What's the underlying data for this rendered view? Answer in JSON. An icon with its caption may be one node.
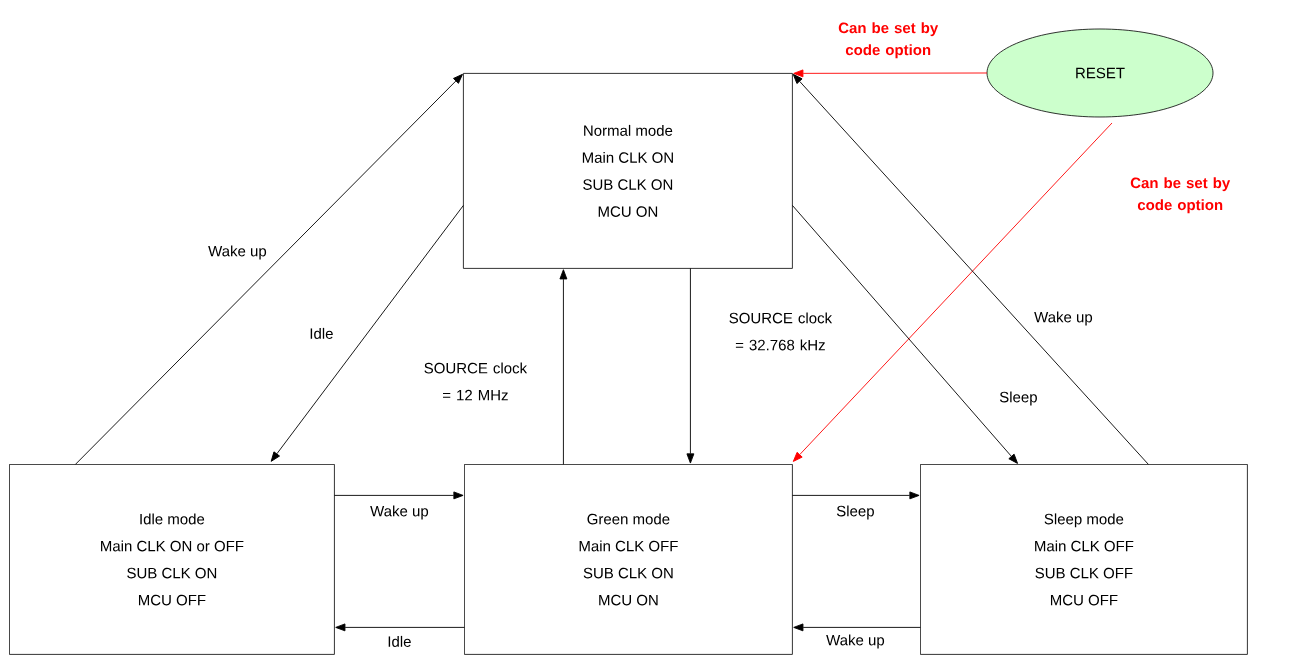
{
  "diagram": {
    "nodes": [
      {
        "text": [
          "Normal mode",
          "Main CLK ON",
          "SUB CLK ON",
          "MCU ON"
        ]
      },
      {
        "text": [
          "RESET"
        ]
      },
      {
        "text": [
          "Idle mode",
          "Main CLK ON or OFF",
          "SUB CLK ON",
          "MCU OFF"
        ]
      },
      {
        "text": [
          "Green mode",
          "Main CLK OFF",
          "SUB CLK ON",
          "MCU ON"
        ]
      },
      {
        "text": [
          "Sleep mode",
          "Main CLK OFF",
          "SUB CLK OFF",
          "MCU OFF"
        ]
      }
    ],
    "edges": [
      {
        "from": 1,
        "to": 0,
        "arrow": "to",
        "label": "Can be set by code option",
        "color": "#ff0000"
      },
      {
        "from": 1,
        "to": 3,
        "arrow": "to",
        "label": "Can be set by code option",
        "color": "#ff0000"
      },
      {
        "from": 2,
        "to": 0,
        "arrow": "to",
        "label": "Wake up"
      },
      {
        "from": 0,
        "to": 2,
        "arrow": "to",
        "label": "Idle"
      },
      {
        "from": 3,
        "to": 0,
        "arrow": "to",
        "label": "SOURCE clock = 12 MHz"
      },
      {
        "from": 0,
        "to": 3,
        "arrow": "to",
        "label": "SOURCE clock = 32.768 kHz"
      },
      {
        "from": 0,
        "to": 4,
        "arrow": "to",
        "label": "Sleep"
      },
      {
        "from": 4,
        "to": 0,
        "arrow": "to",
        "label": "Wake up"
      },
      {
        "from": 2,
        "to": 3,
        "arrow": "to",
        "label": "Wake up"
      },
      {
        "from": 3,
        "to": 2,
        "arrow": "to",
        "label": "Idle"
      },
      {
        "from": 3,
        "to": 4,
        "arrow": "to",
        "label": "Sleep"
      },
      {
        "from": 4,
        "to": 3,
        "arrow": "to",
        "label": "Wake up"
      }
    ]
  }
}
